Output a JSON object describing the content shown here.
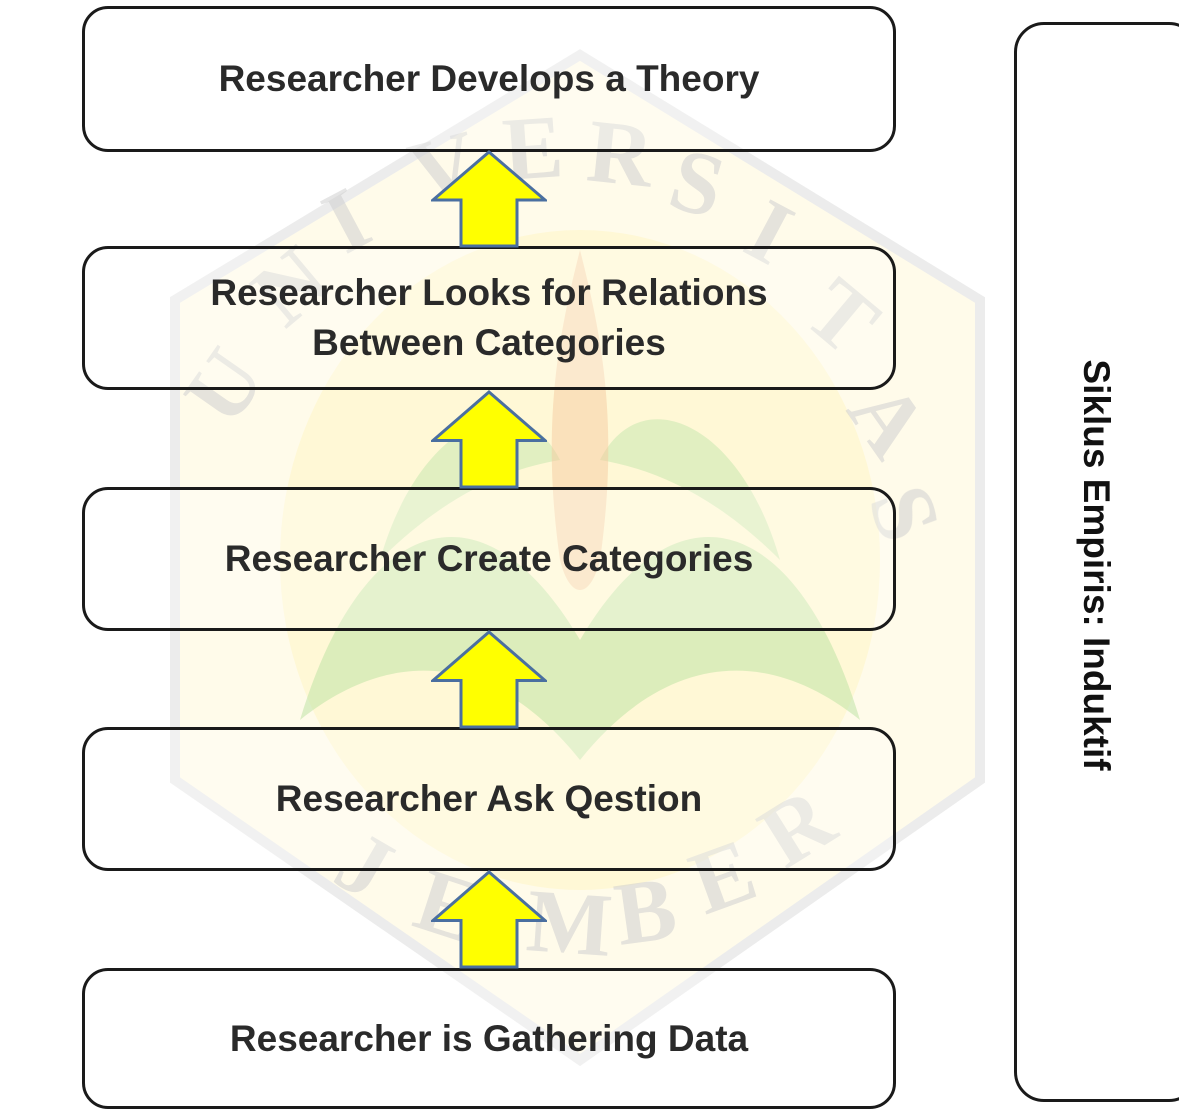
{
  "diagram": {
    "steps": [
      {
        "label": "Researcher Develops a Theory"
      },
      {
        "label": "Researcher Looks for Relations\nBetween Categories"
      },
      {
        "label": "Researcher Create Categories"
      },
      {
        "label": "Researcher Ask Qestion"
      },
      {
        "label": "Researcher is Gathering Data"
      }
    ],
    "side_label": "Siklus Empiris: Induktif"
  },
  "watermark": {
    "letters": [
      "U",
      "N",
      "I",
      "V",
      "E",
      "R",
      "S",
      "I",
      "T",
      "A",
      "S",
      "J",
      "E",
      "M",
      "B",
      "E",
      "R"
    ]
  },
  "colors": {
    "arrow_fill": "#ffff00",
    "arrow_stroke": "#4a6fa0",
    "border": "#1a1a1a",
    "watermark_green": "#9ccc7a",
    "watermark_yellow": "#fff3a0",
    "watermark_letter": "#cfcfcf"
  }
}
